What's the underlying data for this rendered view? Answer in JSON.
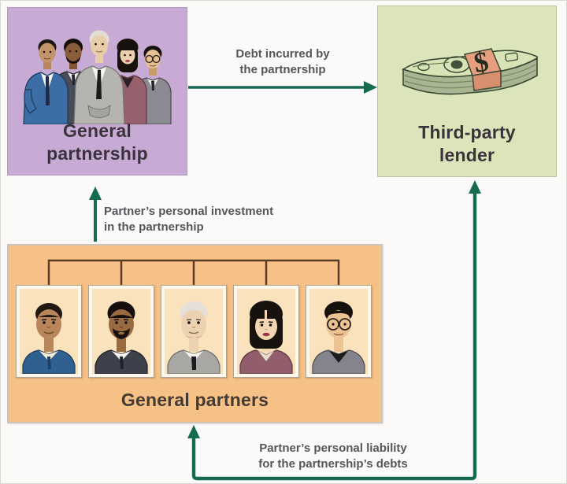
{
  "diagram": {
    "type": "flow-diagram",
    "topic": "General partnership relationships",
    "nodes": {
      "partnership": {
        "title": "General\npartnership",
        "illustration": "five-business-partners-group",
        "bg_color": "#c7abd4"
      },
      "lender": {
        "title": "Third-party\nlender",
        "illustration": "money-stack",
        "bg_color": "#dce5b9"
      },
      "partners": {
        "title": "General partners",
        "illustration": "five-partner-portraits-tree",
        "portrait_count": 5,
        "bg_color": "#f6c187"
      }
    },
    "edges": [
      {
        "id": "debt",
        "from": "General partnership",
        "to": "Third-party lender",
        "label": "Debt incurred by\nthe partnership",
        "direction": "one-way"
      },
      {
        "id": "investment",
        "from": "General partners",
        "to": "General partnership",
        "label": "Partner’s personal investment\nin the partnership",
        "direction": "one-way"
      },
      {
        "id": "liability",
        "from": "General partners",
        "to": "Third-party lender",
        "label": "Partner’s personal liability\nfor the partnership’s debts",
        "direction": "two-way"
      }
    ]
  },
  "colors": {
    "arrow": "#156a52",
    "tree_line": "#5a3a22",
    "box_purple": "#c7abd4",
    "box_green": "#dce5b9",
    "box_orange": "#f6c187",
    "title_text": "#3a333d",
    "label_text": "#57545c",
    "money_band": "#e79e7e"
  }
}
